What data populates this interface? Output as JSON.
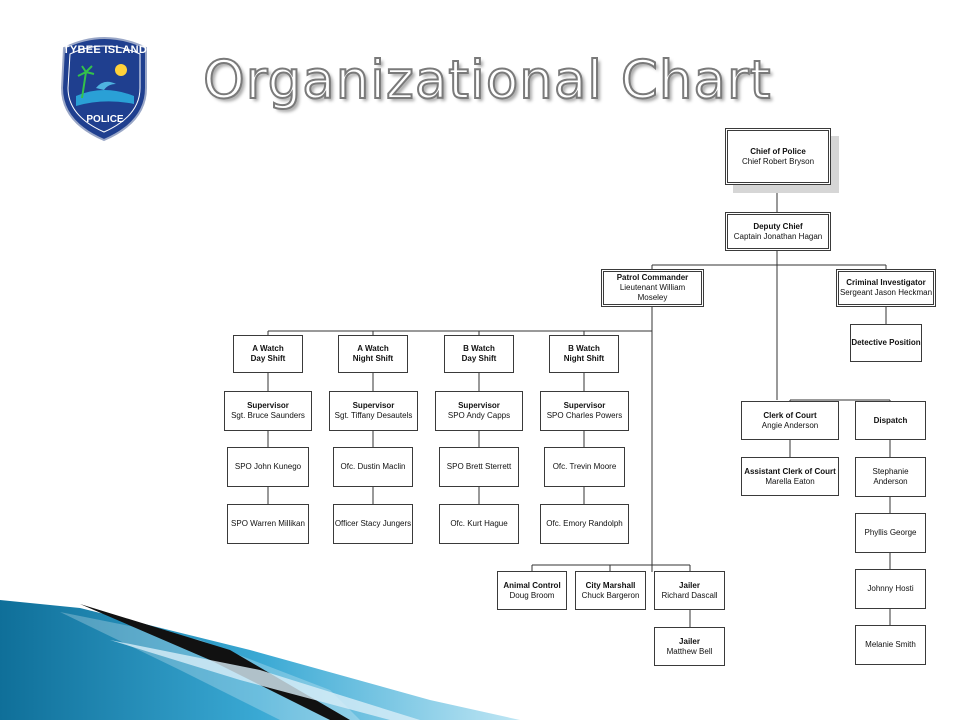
{
  "title": "Organizational Chart",
  "badge": {
    "top_text": "TYBEE ISLAND",
    "bottom_text": "POLICE"
  },
  "colors": {
    "accent": "#1a8bb8",
    "badge_bg": "#1f3f8f",
    "title_stroke": "#7a7a7a"
  },
  "chart": {
    "chief": {
      "title": "Chief of Police",
      "name": "Chief Robert Bryson"
    },
    "deputy": {
      "title": "Deputy Chief",
      "name": "Captain Jonathan Hagan"
    },
    "patrol": {
      "title": "Patrol Commander",
      "name": "Lieutenant William Moseley"
    },
    "criminal": {
      "title": "Criminal Investigator",
      "name": "Sergeant Jason Heckman"
    },
    "detective": {
      "title": "Detective Position"
    },
    "a_day": {
      "title": "A Watch",
      "title2": "Day Shift"
    },
    "a_night": {
      "title": "A Watch",
      "title2": "Night Shift"
    },
    "b_day": {
      "title": "B Watch",
      "title2": "Day Shift"
    },
    "b_night": {
      "title": "B Watch",
      "title2": "Night Shift"
    },
    "sup1": {
      "title": "Supervisor",
      "name": "Sgt. Bruce Saunders"
    },
    "sup2": {
      "title": "Supervisor",
      "name": "Sgt. Tiffany Desautels"
    },
    "sup3": {
      "title": "Supervisor",
      "name": "SPO Andy Capps"
    },
    "sup4": {
      "title": "Supervisor",
      "name": "SPO Charles Powers"
    },
    "o11": {
      "name": "SPO John Kunego"
    },
    "o12": {
      "name": "SPO Warren Millikan"
    },
    "o21": {
      "name": "Ofc. Dustin Maclin"
    },
    "o22": {
      "name": "Officer Stacy Jungers"
    },
    "o31": {
      "name": "SPO Brett Sterrett"
    },
    "o32": {
      "name": "Ofc. Kurt Hague"
    },
    "o41": {
      "name": "Ofc. Trevin Moore"
    },
    "o42": {
      "name": "Ofc. Emory Randolph"
    },
    "animal": {
      "title": "Animal Control",
      "name": "Doug Broom"
    },
    "marshall": {
      "title": "City Marshall",
      "name": "Chuck Bargeron"
    },
    "jailer1": {
      "title": "Jailer",
      "name": "Richard Dascall"
    },
    "jailer2": {
      "title": "Jailer",
      "name": "Matthew Bell"
    },
    "clerk": {
      "title": "Clerk of Court",
      "name": "Angie Anderson"
    },
    "asst_clerk": {
      "title": "Assistant Clerk of Court",
      "name": "Marella Eaton"
    },
    "dispatch": {
      "title": "Dispatch"
    },
    "d1": {
      "name": "Stephanie",
      "name2": "Anderson"
    },
    "d2": {
      "name": "Phyllis George"
    },
    "d3": {
      "name": "Johnny Hosti"
    },
    "d4": {
      "name": "Melanie Smith"
    }
  }
}
